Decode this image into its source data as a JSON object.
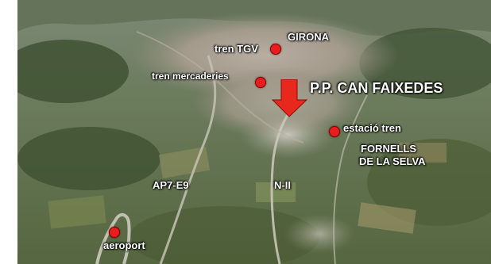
{
  "labels": {
    "girona": "GIRONA",
    "tren_tgv": "tren TGV",
    "tren_mercaderies": "tren mercaderies",
    "pp_can_faixedes": "P.P. CAN FAIXEDES",
    "estacio_tren": "estació tren",
    "fornells_line1": "FORNELLS",
    "fornells_line2": "DE LA SELVA",
    "ap7": "AP7-E9",
    "n2": "N-II",
    "aeroport": "aeroport"
  },
  "colors": {
    "marker": "#e81d1d",
    "arrow": "#e8281c",
    "label_text": "#ffffff"
  },
  "icons": {
    "location_marker": "red-dot",
    "site_pointer": "down-arrow"
  }
}
